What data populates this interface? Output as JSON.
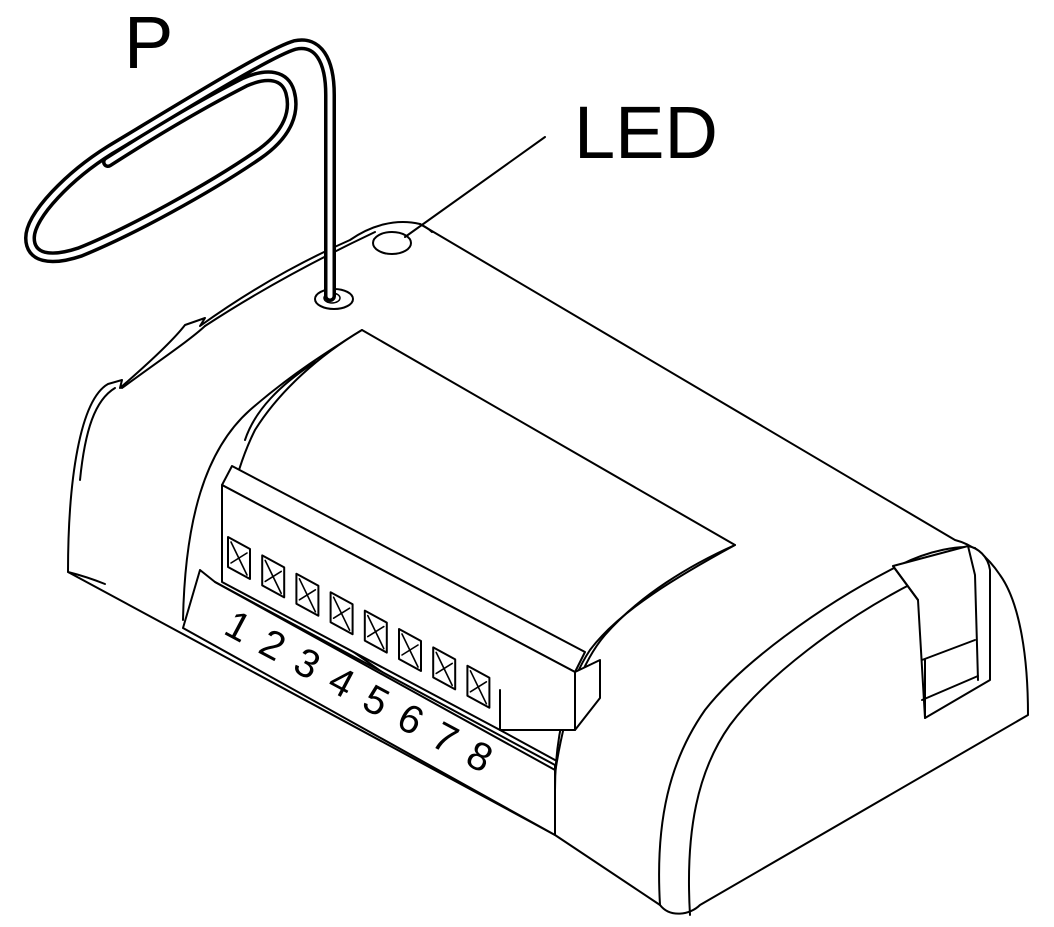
{
  "labels": {
    "button": "P",
    "led": "LED"
  },
  "terminals": [
    "1",
    "2",
    "3",
    "4",
    "5",
    "6",
    "7",
    "8"
  ]
}
